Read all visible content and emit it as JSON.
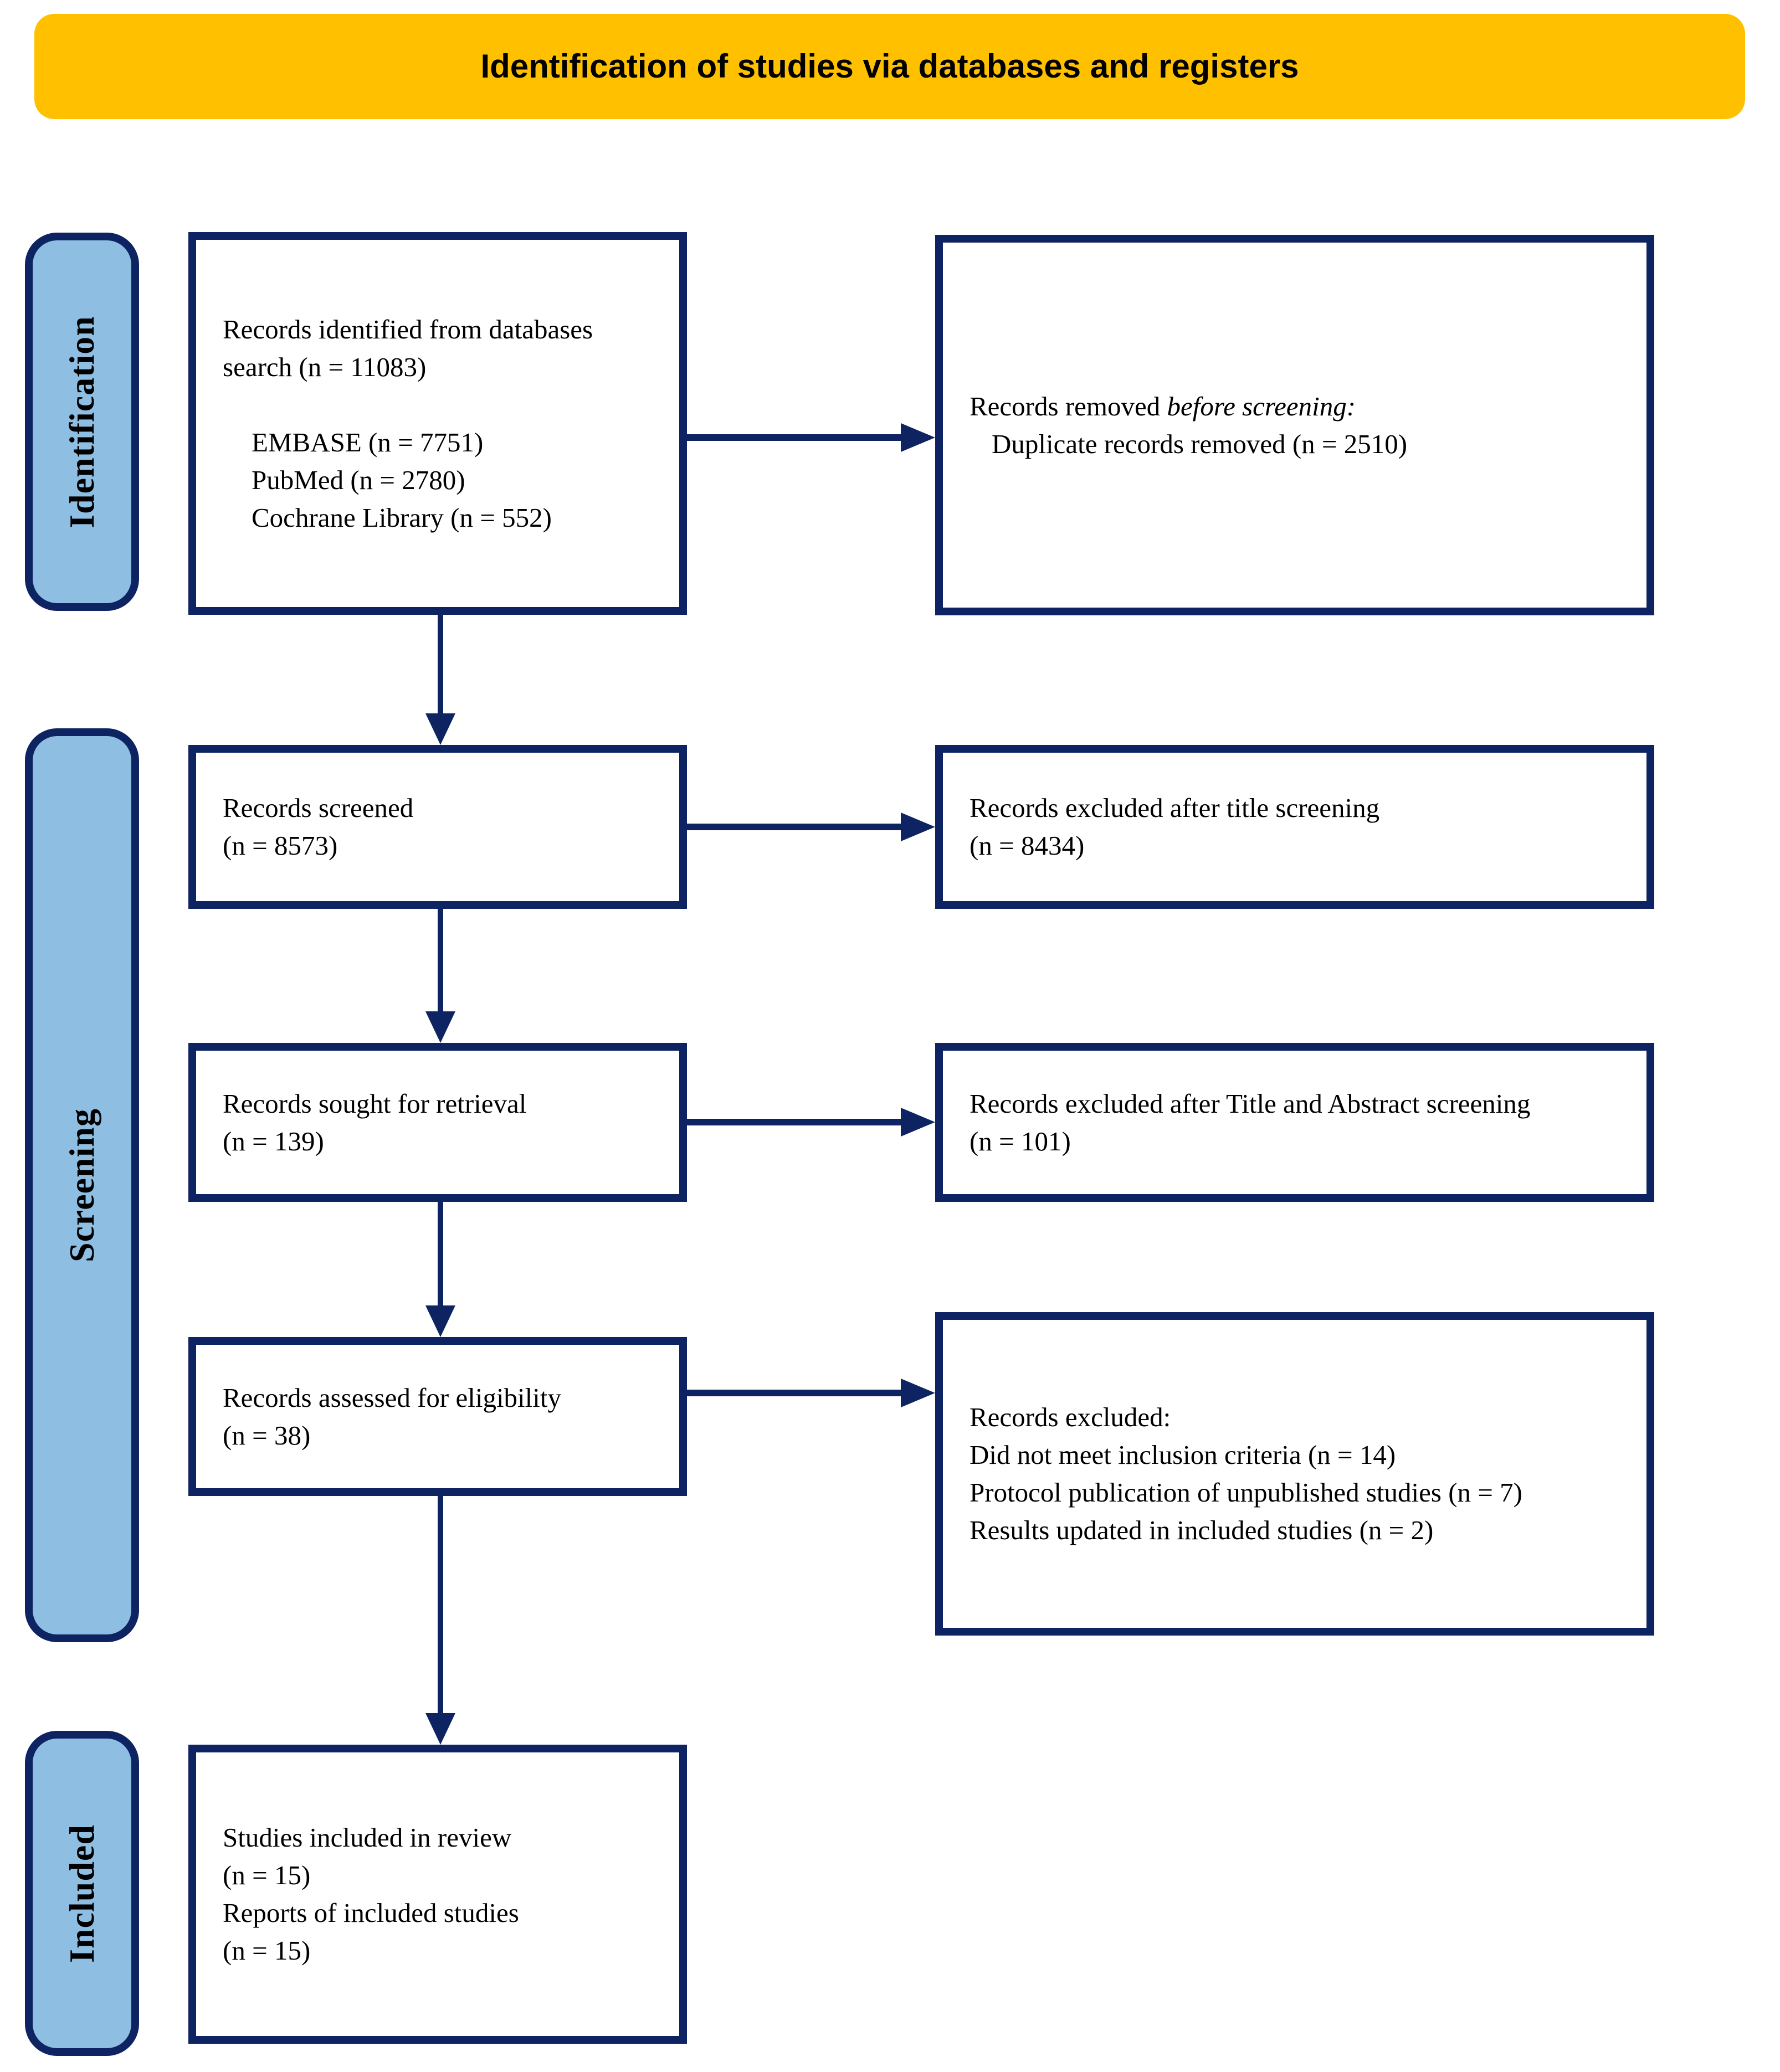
{
  "colors": {
    "navy": "#0E2361",
    "gold": "#FFC000",
    "blue": "#8FBEE3",
    "ink": "#000000"
  },
  "header": {
    "title": "Identification of studies via databases and registers"
  },
  "stages": {
    "identification": "Identification",
    "screening": "Screening",
    "included": "Included"
  },
  "flow": {
    "identified": {
      "line1": "Records identified from databases",
      "line2": "search (n = 11083)",
      "line3": "",
      "line4": "EMBASE (n = 7751)",
      "line5": "PubMed (n = 2780)",
      "line6": "Cochrane Library (n = 552)"
    },
    "removed": {
      "normal": "Records removed ",
      "italic": "before screening:",
      "line2": "Duplicate records removed (n = 2510)"
    },
    "screened": {
      "line1": "Records screened",
      "line2": "(n = 8573)"
    },
    "excluded_title": {
      "line1": "Records excluded after title screening",
      "line2": "(n = 8434)"
    },
    "sought": {
      "line1": "Records sought for retrieval",
      "line2": "(n = 139)"
    },
    "excluded_abstract": {
      "line1": "Records excluded after Title and Abstract screening",
      "line2": "(n = 101)"
    },
    "assessed": {
      "line1": "Records assessed for eligibility",
      "line2": "(n = 38)"
    },
    "excluded_full": {
      "line1": "Records excluded:",
      "line2": "Did not meet inclusion criteria (n = 14)",
      "line3": "Protocol publication of unpublished studies (n = 7)",
      "line4": "Results updated in included studies (n = 2)"
    },
    "included": {
      "line1": "Studies included in review",
      "line2": "(n = 15)",
      "line3": "Reports of included studies",
      "line4": "(n = 15)"
    }
  }
}
